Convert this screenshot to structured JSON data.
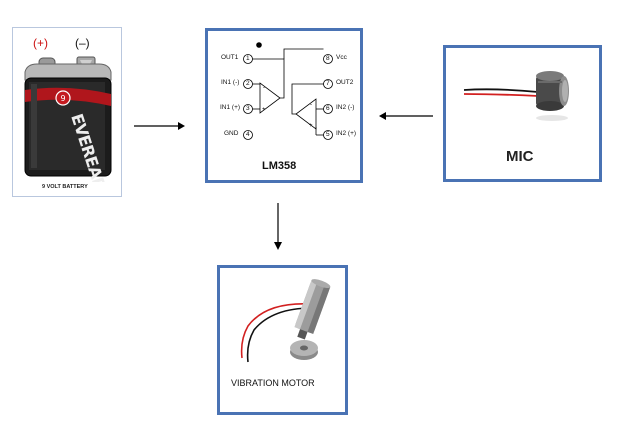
{
  "battery": {
    "plus_label": "(+)",
    "minus_label": "(–)",
    "brand": "EVEREADY",
    "caption": "9 VOLT BATTERY"
  },
  "chip": {
    "name": "LM358",
    "pins_left": [
      {
        "num": "1",
        "label": "OUT1"
      },
      {
        "num": "2",
        "label": "IN1 (-)"
      },
      {
        "num": "3",
        "label": "IN1 (+)"
      },
      {
        "num": "4",
        "label": "GND"
      }
    ],
    "pins_right": [
      {
        "num": "8",
        "label": "Vcc"
      },
      {
        "num": "7",
        "label": "OUT2"
      },
      {
        "num": "6",
        "label": "IN2 (-)"
      },
      {
        "num": "5",
        "label": "IN2 (+)"
      }
    ],
    "opamp_signs": {
      "minus": "-",
      "plus": "+"
    }
  },
  "mic": {
    "label": "MIC"
  },
  "motor": {
    "label": "VIBRATION MOTOR"
  },
  "colors": {
    "border": "#4a73b4",
    "battery_plus": "#cc1111",
    "wire_red": "#d22020",
    "wire_black": "#111111"
  }
}
